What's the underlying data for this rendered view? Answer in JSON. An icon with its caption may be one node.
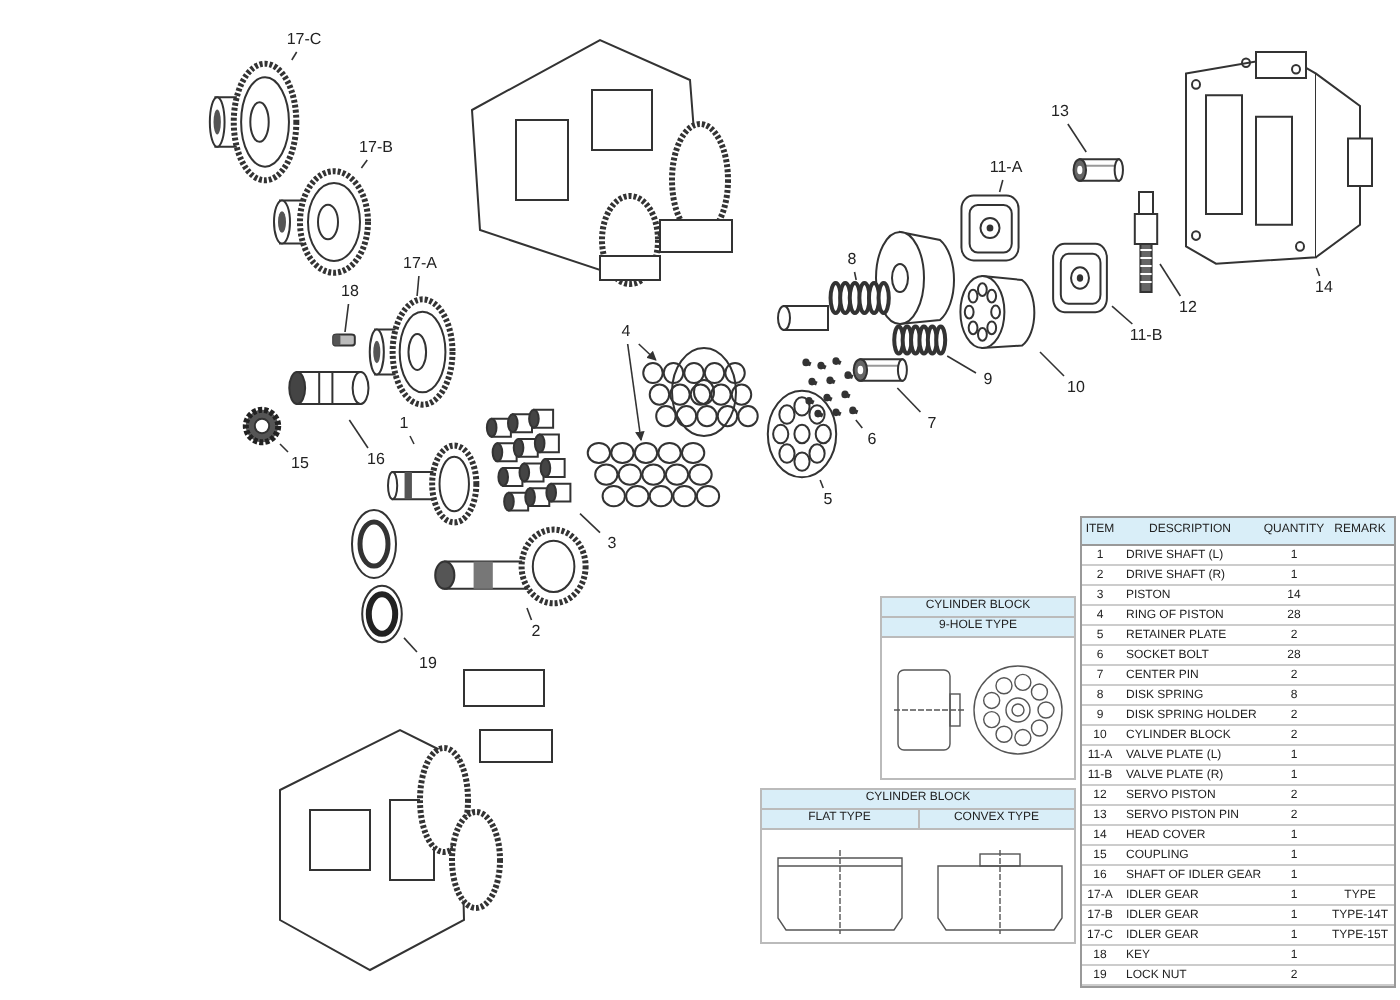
{
  "diagram": {
    "nodes": [
      {
        "text": [
          "17-C"
        ]
      },
      {
        "text": [],
        "shape": "picture"
      },
      {
        "text": [
          "17-B"
        ]
      },
      {
        "text": [],
        "shape": "picture"
      },
      {
        "text": [
          "17-A"
        ]
      },
      {
        "text": [],
        "shape": "picture"
      },
      {
        "text": [
          "18"
        ]
      },
      {
        "text": [],
        "shape": "picture"
      },
      {
        "text": [
          "16"
        ]
      },
      {
        "text": [],
        "shape": "picture"
      },
      {
        "text": [
          "15"
        ]
      },
      {
        "text": [],
        "shape": "picture"
      },
      {
        "text": [
          "1"
        ]
      },
      {
        "text": [],
        "shape": "picture"
      },
      {
        "text": [
          "2"
        ]
      },
      {
        "text": [],
        "shape": "picture"
      },
      {
        "text": [
          "19"
        ]
      },
      {
        "text": [],
        "shape": "picture"
      },
      {
        "text": [
          "3"
        ]
      },
      {
        "text": [],
        "shape": "picture"
      },
      {
        "text": [
          "4"
        ]
      },
      {
        "text": [],
        "shape": "picture"
      },
      {
        "text": [],
        "shape": "picture"
      },
      {
        "text": [
          "5"
        ]
      },
      {
        "text": [],
        "shape": "picture"
      },
      {
        "text": [
          "6"
        ]
      },
      {
        "text": [],
        "shape": "picture"
      },
      {
        "text": [
          "7"
        ]
      },
      {
        "text": [],
        "shape": "picture"
      },
      {
        "text": [
          "8"
        ]
      },
      {
        "text": [],
        "shape": "picture"
      },
      {
        "text": [
          "9"
        ]
      },
      {
        "text": [],
        "shape": "picture"
      },
      {
        "text": [
          "10"
        ]
      },
      {
        "text": [],
        "shape": "picture"
      },
      {
        "text": [
          "11-A"
        ]
      },
      {
        "text": [],
        "shape": "picture"
      },
      {
        "text": [
          "11-B"
        ]
      },
      {
        "text": [],
        "shape": "picture"
      },
      {
        "text": [
          "12"
        ]
      },
      {
        "text": [],
        "shape": "picture"
      },
      {
        "text": [
          "13"
        ]
      },
      {
        "text": [],
        "shape": "picture"
      },
      {
        "text": [
          "14"
        ]
      },
      {
        "text": [],
        "shape": "picture"
      }
    ],
    "edges": [
      {
        "from": 0,
        "to": 1,
        "arrow": "none"
      },
      {
        "from": 2,
        "to": 3,
        "arrow": "none"
      },
      {
        "from": 4,
        "to": 5,
        "arrow": "none"
      },
      {
        "from": 6,
        "to": 7,
        "arrow": "none"
      },
      {
        "from": 8,
        "to": 9,
        "arrow": "none"
      },
      {
        "from": 10,
        "to": 11,
        "arrow": "none"
      },
      {
        "from": 12,
        "to": 13,
        "arrow": "none"
      },
      {
        "from": 14,
        "to": 15,
        "arrow": "none"
      },
      {
        "from": 16,
        "to": 17,
        "arrow": "none"
      },
      {
        "from": 18,
        "to": 19,
        "arrow": "none"
      },
      {
        "from": 20,
        "to": 21,
        "arrow": "to"
      },
      {
        "from": 20,
        "to": 22,
        "arrow": "to"
      },
      {
        "from": 23,
        "to": 24,
        "arrow": "none"
      },
      {
        "from": 25,
        "to": 26,
        "arrow": "none"
      },
      {
        "from": 27,
        "to": 28,
        "arrow": "none"
      },
      {
        "from": 29,
        "to": 30,
        "arrow": "none"
      },
      {
        "from": 31,
        "to": 32,
        "arrow": "none"
      },
      {
        "from": 33,
        "to": 34,
        "arrow": "none"
      },
      {
        "from": 35,
        "to": 36,
        "arrow": "none"
      },
      {
        "from": 37,
        "to": 38,
        "arrow": "none"
      },
      {
        "from": 39,
        "to": 40,
        "arrow": "none"
      },
      {
        "from": 41,
        "to": 42,
        "arrow": "none"
      },
      {
        "from": 43,
        "to": 44,
        "arrow": "none"
      }
    ],
    "labels": [
      "CYLINDER BLOCK",
      "9-HOLE TYPE",
      "CYLINDER BLOCK",
      "FLAT TYPE",
      "CONVEX TYPE",
      "ITEM",
      "DESCRIPTION",
      "QUANTITY",
      "REMARK",
      "1",
      "DRIVE SHAFT (L)",
      "1",
      "2",
      "DRIVE SHAFT (R)",
      "1",
      "3",
      "PISTON",
      "14",
      "4",
      "RING OF PISTON",
      "28",
      "5",
      "RETAINER PLATE",
      "2",
      "6",
      "SOCKET BOLT",
      "28",
      "7",
      "CENTER PIN",
      "2",
      "8",
      "DISK SPRING",
      "8",
      "9",
      "DISK SPRING HOLDER",
      "2",
      "10",
      "CYLINDER BLOCK",
      "2",
      "11-A",
      "VALVE PLATE (L)",
      "1",
      "11-B",
      "VALVE PLATE (R)",
      "1",
      "12",
      "SERVO PISTON",
      "2",
      "13",
      "SERVO PISTON PIN",
      "2",
      "14",
      "HEAD COVER",
      "1",
      "15",
      "COUPLING",
      "1",
      "16",
      "SHAFT OF IDLER GEAR",
      "1",
      "17-A",
      "IDLER GEAR",
      "1",
      "TYPE",
      "17-B",
      "IDLER GEAR",
      "1",
      "TYPE-14T",
      "17-C",
      "IDLER GEAR",
      "1",
      "TYPE-15T",
      "18",
      "KEY",
      "1",
      "19",
      "LOCK NUT",
      "2"
    ]
  }
}
